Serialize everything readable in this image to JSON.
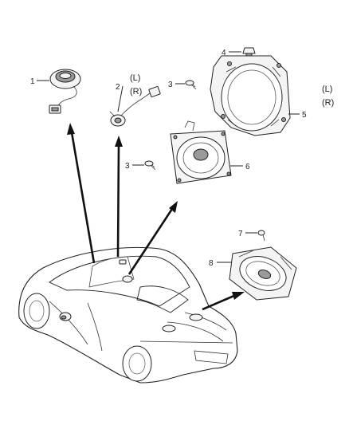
{
  "callouts": {
    "c1": "1",
    "c2": "2",
    "c3a": "3",
    "c3b": "3",
    "c4": "4",
    "c5": "5",
    "c6": "6",
    "c7": "7",
    "c8": "8"
  },
  "side_labels": {
    "left_top": "(L)",
    "right_top": "(R)",
    "left_far": "(L)",
    "right_far": "(R)"
  }
}
